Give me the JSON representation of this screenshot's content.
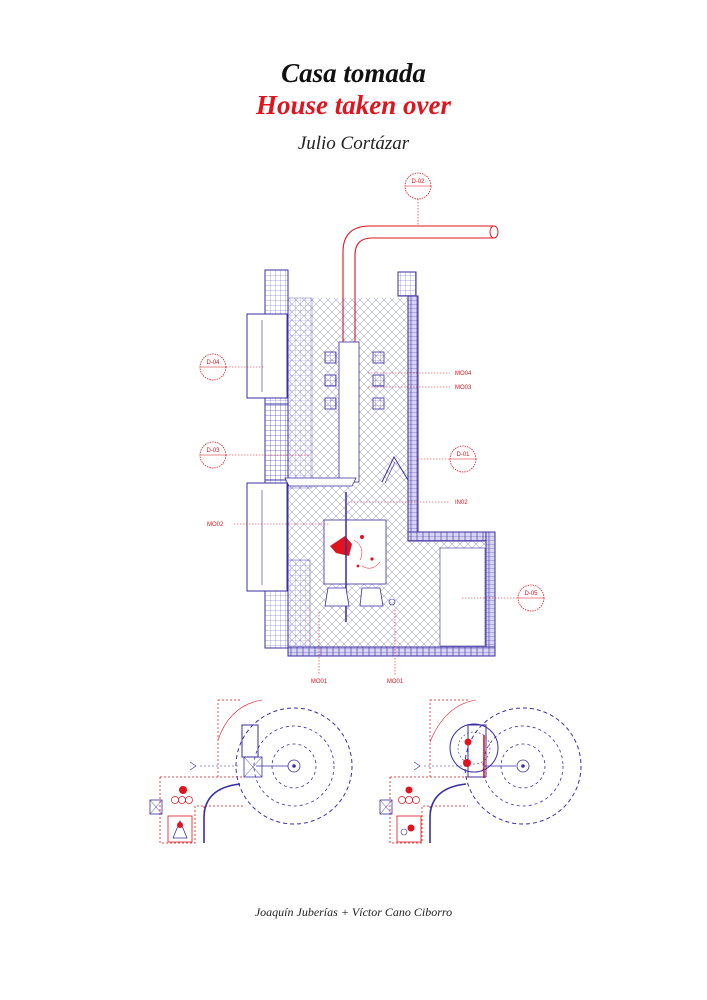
{
  "titles": {
    "es": "Casa tomada",
    "en": "House taken over",
    "author": "Julio Cortázar"
  },
  "credit": "Joaquín Juberías + Víctor Cano Ciborro",
  "plan_callouts": {
    "d02": "D-02",
    "d04": "D-04",
    "d03": "D-03",
    "d01": "D-01",
    "d05": "D-05",
    "mo04": "MO04",
    "mo03": "MO03",
    "in02": "IN02",
    "mo02": "MO02",
    "mo01a": "MO01",
    "mo01b": "MO01"
  },
  "colors": {
    "ink_blue": "#3a2fa0",
    "ink_red": "#e0141e",
    "hatch": "#b9b4e6"
  }
}
